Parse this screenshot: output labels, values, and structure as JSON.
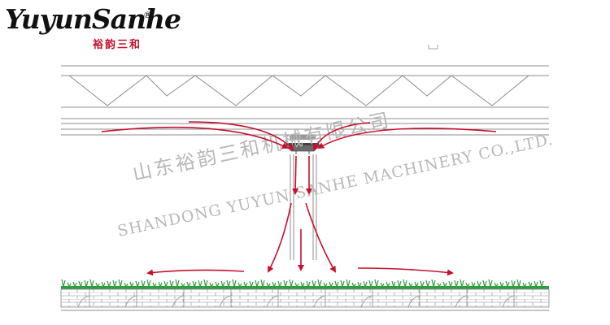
{
  "logo": {
    "brand_script": "YuyunSanhe",
    "registered_mark": "®",
    "brand_cn": "裕韵三和"
  },
  "watermark": {
    "cn": "山东裕韵三和机械有限公司",
    "en": "SHANDONG YUYUN SANHE MACHINERY CO.,LTD."
  },
  "colors": {
    "line": "#8c8c8c",
    "arrow": "#c8102e",
    "grass": "#2e9e3e",
    "watermark": "#b8b8b8"
  }
}
